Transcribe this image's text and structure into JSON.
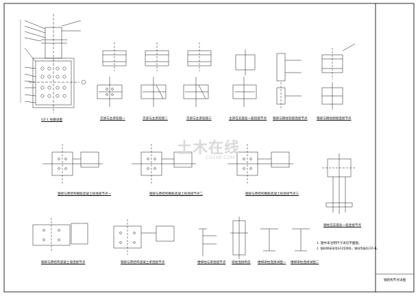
{
  "sheet": {
    "details": [
      {
        "id": "d1",
        "caption": "GZ-1 柱脚详图"
      },
      {
        "id": "d2",
        "caption": "次梁与主梁铰接一"
      },
      {
        "id": "d3",
        "caption": "次梁与主梁铰接二"
      },
      {
        "id": "d4",
        "caption": "次梁与主梁铰接三"
      },
      {
        "id": "d5",
        "caption": "主梁在支座处一般铰接节点"
      },
      {
        "id": "d6",
        "caption": "钢梁与钢柱铰接连接节点"
      },
      {
        "id": "d7",
        "caption": "钢梁与钢柱刚接连接节点"
      },
      {
        "id": "d8",
        "caption": "钢梁与原结构钢筋混凝土柱连接节点一"
      },
      {
        "id": "d9",
        "caption": "钢梁与原结构钢筋混凝土柱连接节点二"
      },
      {
        "id": "d10",
        "caption": "钢梁与原结构钢筋混凝土柱连接节点三"
      },
      {
        "id": "d11",
        "caption": "钢柱在支座处一般连接节点"
      },
      {
        "id": "d12",
        "caption": "钢梁与原结构混凝土墙连接节点"
      },
      {
        "id": "d13",
        "caption": "钢梁与原结构混凝土梁连接节点"
      },
      {
        "id": "d14",
        "caption": "楼梯柱与梁连接节点"
      },
      {
        "id": "d15",
        "caption": "梁柱连接构造"
      },
      {
        "id": "d16",
        "caption": "楼梯梁柱连接详图一"
      },
      {
        "id": "d17",
        "caption": "楼梯梁柱连接详图二"
      }
    ],
    "notes": [
      "1. 图中未注明尺寸详见平面图。",
      "2. 钢材焊接采用E43型焊条，钢材等级Q235-B。"
    ],
    "title_block": {
      "drawing_name": "钢结构节点详图"
    },
    "watermark": {
      "main": "土木在线",
      "sub": "CO188.COM"
    }
  }
}
